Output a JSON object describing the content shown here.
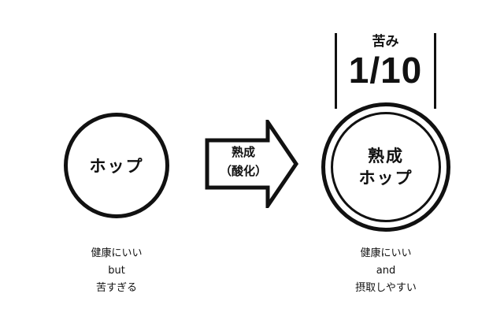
{
  "hop": {
    "label": "ホップ"
  },
  "process": {
    "line1": "熟成",
    "line2": "（酸化）"
  },
  "aged_hop": {
    "line1": "熟成",
    "line2": "ホップ"
  },
  "bitterness": {
    "label": "苦み",
    "value": "1/10"
  },
  "captions": {
    "hop": [
      "健康にいい",
      "but",
      "苦すぎる"
    ],
    "aged_hop": [
      "健康にいい",
      "and",
      "摂取しやすい"
    ]
  }
}
